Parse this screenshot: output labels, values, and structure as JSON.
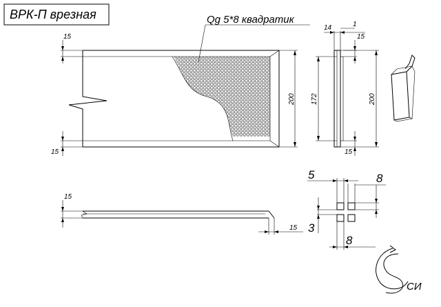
{
  "title": "ВРК-П врезная",
  "perforation_label": "Qg 5*8 квадратик",
  "logo_text": "СИ",
  "dims": {
    "front_top": "15",
    "front_bottom": "15",
    "front_height": "200",
    "side_top_w": "14",
    "side_top_1": "1",
    "side_top_15": "15",
    "side_inner": "172",
    "side_outer": "200",
    "side_bottom": "15",
    "bottom_left": "15",
    "bottom_right": "15",
    "hole_5": "5",
    "hole_8_top": "8",
    "hole_3": "3",
    "hole_8_bottom": "8"
  },
  "colors": {
    "line": "#000000",
    "background": "#ffffff"
  }
}
